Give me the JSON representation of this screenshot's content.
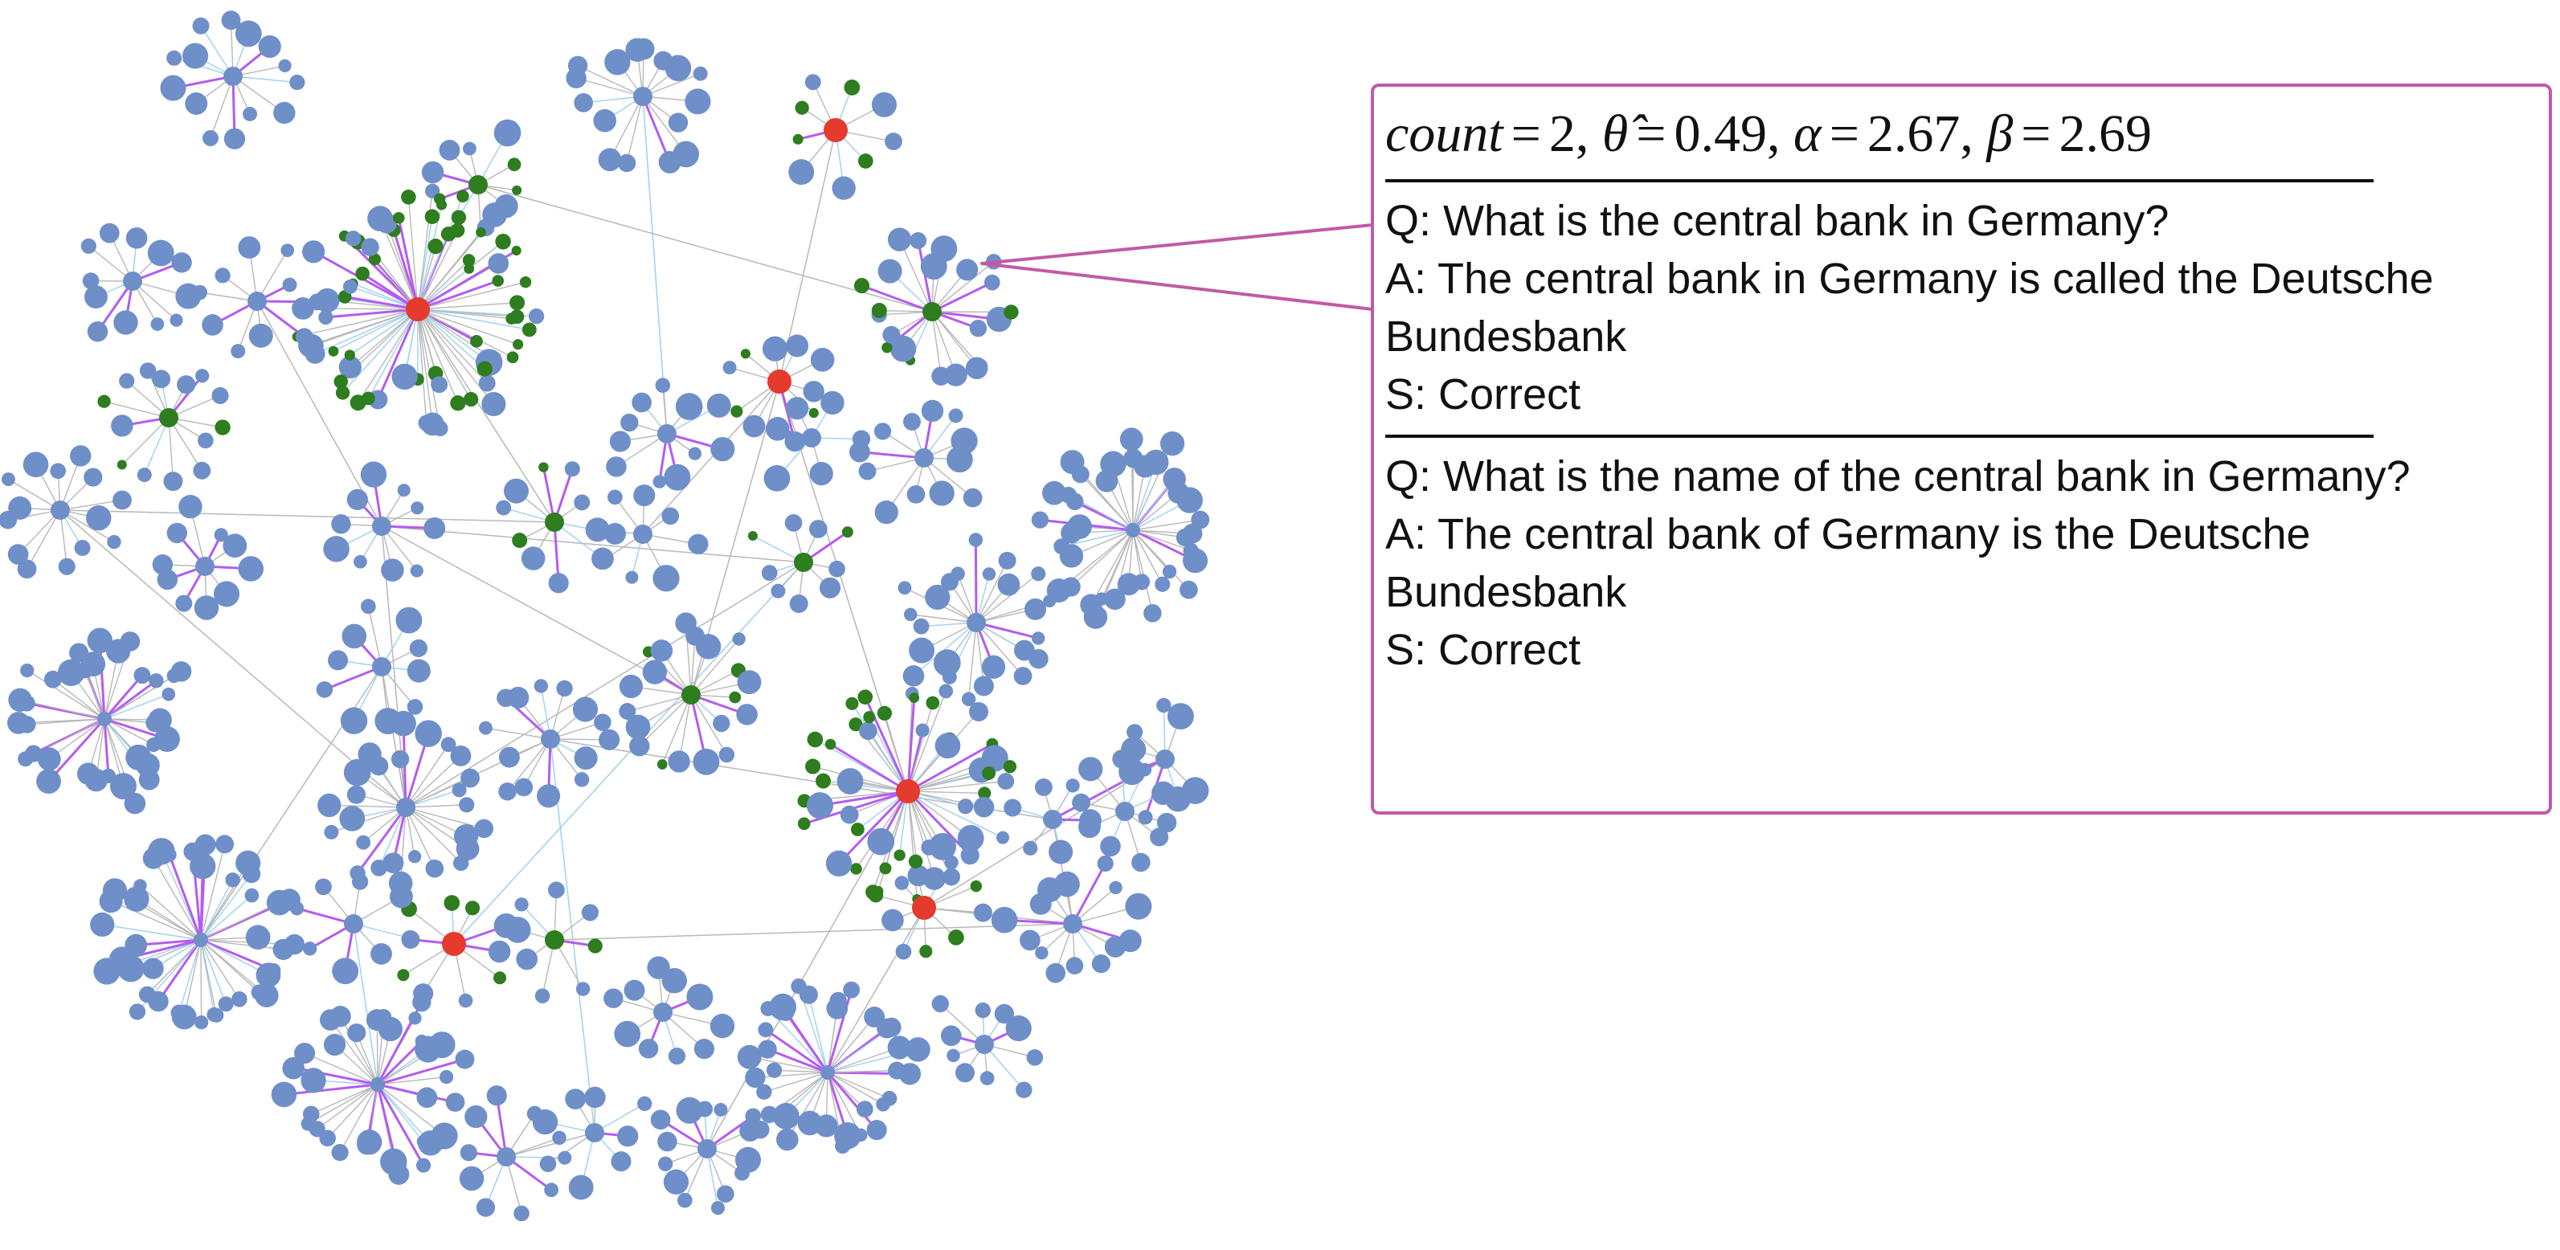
{
  "colors": {
    "node_default": "#6f8fc9",
    "node_green": "#2e7d1f",
    "node_red": "#e53a2e",
    "edge_gray": "#b8b8b8",
    "edge_purple": "#b45cf0",
    "edge_light_blue": "#9fd0ee",
    "callout_border": "#c15aa6"
  },
  "callout": {
    "stats": {
      "count_label": "count",
      "count_value": "2",
      "theta_label": "θ̂",
      "theta_value": "0.49",
      "alpha_label": "α",
      "alpha_value": "2.67",
      "beta_label": "β",
      "beta_value": "2.69"
    },
    "entries": [
      {
        "question": "Q: What is the central bank in Germany?",
        "answer": "A: The central bank in Germany is called the Deutsche Bundesbank",
        "score": "S: Correct"
      },
      {
        "question": "Q: What is the name of the central bank in Germany?",
        "answer": "A: The central bank of Germany is the Deutsche Bundesbank",
        "score": "S: Correct"
      }
    ]
  }
}
